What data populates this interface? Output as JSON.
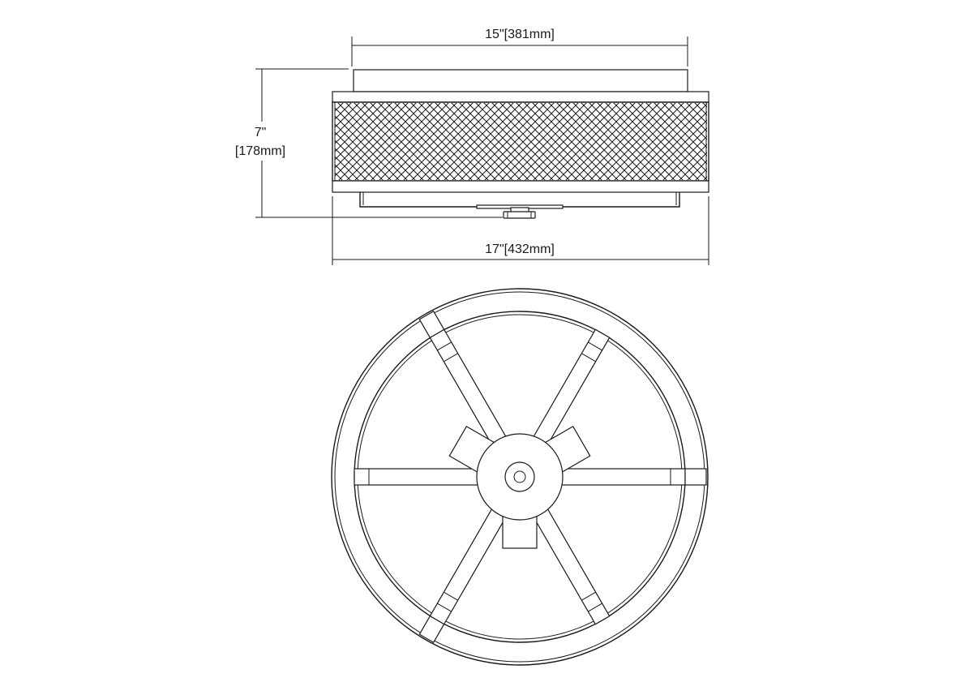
{
  "dimensions": {
    "top_width": "15\"[381mm]",
    "height_in": "7\"",
    "height_mm": "[178mm]",
    "bottom_width": "17\"[432mm]"
  },
  "views": {
    "side": {
      "shade_pattern": "diamond-mesh",
      "arm_count": 6
    },
    "bottom": {
      "spoke_count": 6,
      "socket_count": 3
    }
  }
}
